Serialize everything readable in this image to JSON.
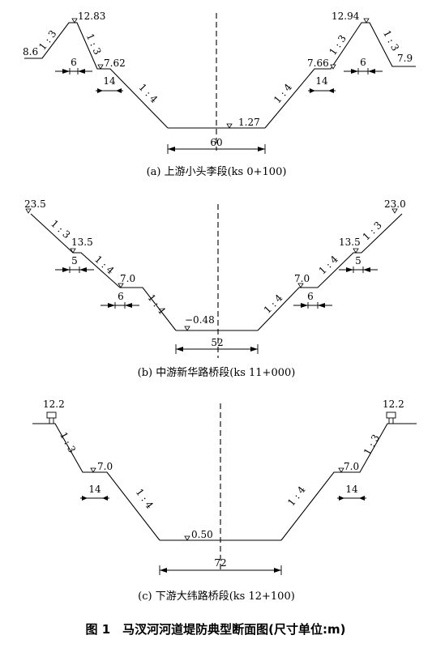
{
  "figure_caption": "图 1　马汊河河道堤防典型断面图(尺寸单位:m)",
  "panels": [
    {
      "caption": "(a) 上游小头李段(ks 0+100)",
      "elevations": [
        "8.6",
        "12.83",
        "7.62",
        "1.27",
        "7.66",
        "12.94",
        "7.9"
      ],
      "slopes": [
        "1 : 3",
        "1 : 3",
        "1 : 4",
        "1 : 4",
        "1 : 3",
        "1 : 3"
      ],
      "dims": [
        "6",
        "14",
        "60",
        "14",
        "6"
      ]
    },
    {
      "caption": "(b) 中游新华路桥段(ks 11+000)",
      "elevations": [
        "23.5",
        "13.5",
        "7.0",
        "−0.48",
        "7.0",
        "13.5",
        "23.0"
      ],
      "slopes": [
        "1 : 3",
        "1 : 4",
        "1 : 4",
        "1 : 4",
        "1 : 4",
        "1 : 3"
      ],
      "dims": [
        "5",
        "6",
        "52",
        "6",
        "5"
      ]
    },
    {
      "caption": "(c) 下游大纬路桥段(ks 12+100)",
      "elevations": [
        "12.2",
        "7.0",
        "0.50",
        "7.0",
        "12.2"
      ],
      "slopes": [
        "1 : 3",
        "1 : 4",
        "1 : 4",
        "1 : 3"
      ],
      "dims": [
        "14",
        "72",
        "14"
      ]
    }
  ]
}
